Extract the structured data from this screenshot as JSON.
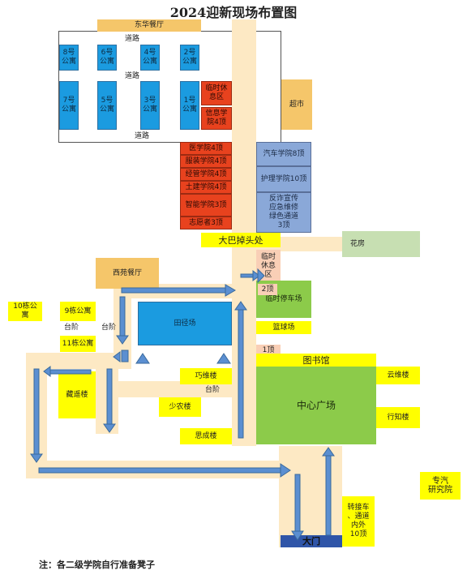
{
  "title": "2024迎新现场布置图",
  "north_block": {
    "restaurant": "东华餐厅",
    "road_top": "道路",
    "road_mid": "道路",
    "road_bottom": "道路",
    "dorms_top": [
      "8号\n公寓",
      "6号\n公寓",
      "4号\n公寓",
      "2号\n公寓"
    ],
    "dorms_bottom": [
      "7号\n公寓",
      "5号\n公寓",
      "3号\n公寓",
      "1号\n公寓"
    ],
    "rest_area": "临时休\n息区",
    "info_college": "信息学\n院4顶"
  },
  "supermarket": "超市",
  "booths_left": [
    "医学院4顶",
    "服装学院4顶",
    "经管学院4顶",
    "土建学院4顶",
    "智能学院3顶",
    "志愿者3顶"
  ],
  "booths_right": [
    "汽车学院8顶",
    "护理学院10顶",
    "反诈宣传\n应急维修\n绿色通道\n3顶"
  ],
  "bus_stop": "大巴掉头处",
  "flower_house": "花房",
  "west_restaurant": "西苑餐厅",
  "temp_rest2": "临时\n休息\n区",
  "tents_2": "2顶",
  "tents_1": "1顶",
  "temp_parking": "临时停车场",
  "basketball": "篮球场",
  "dorm10": "10栋公\n寓",
  "dorm9": "9栋公寓",
  "dorm11": "11栋公寓",
  "steps1": "台阶",
  "steps2": "台阶",
  "steps3": "台阶",
  "track_field": "田径场",
  "library": "图书馆",
  "yunwei": "云维楼",
  "xingzhi": "行知楼",
  "plaza": "中心广场",
  "qiaowei": "巧维楼",
  "shaonong": "少农楼",
  "siyuan": "思成楼",
  "hengyao": "藏遥楼",
  "auto_institute": "专汽\n研究院",
  "shuttle": "转接车\n、通道\n内外\n10顶",
  "gate": "大门",
  "note": "注：各二级学院自行准备凳子"
}
